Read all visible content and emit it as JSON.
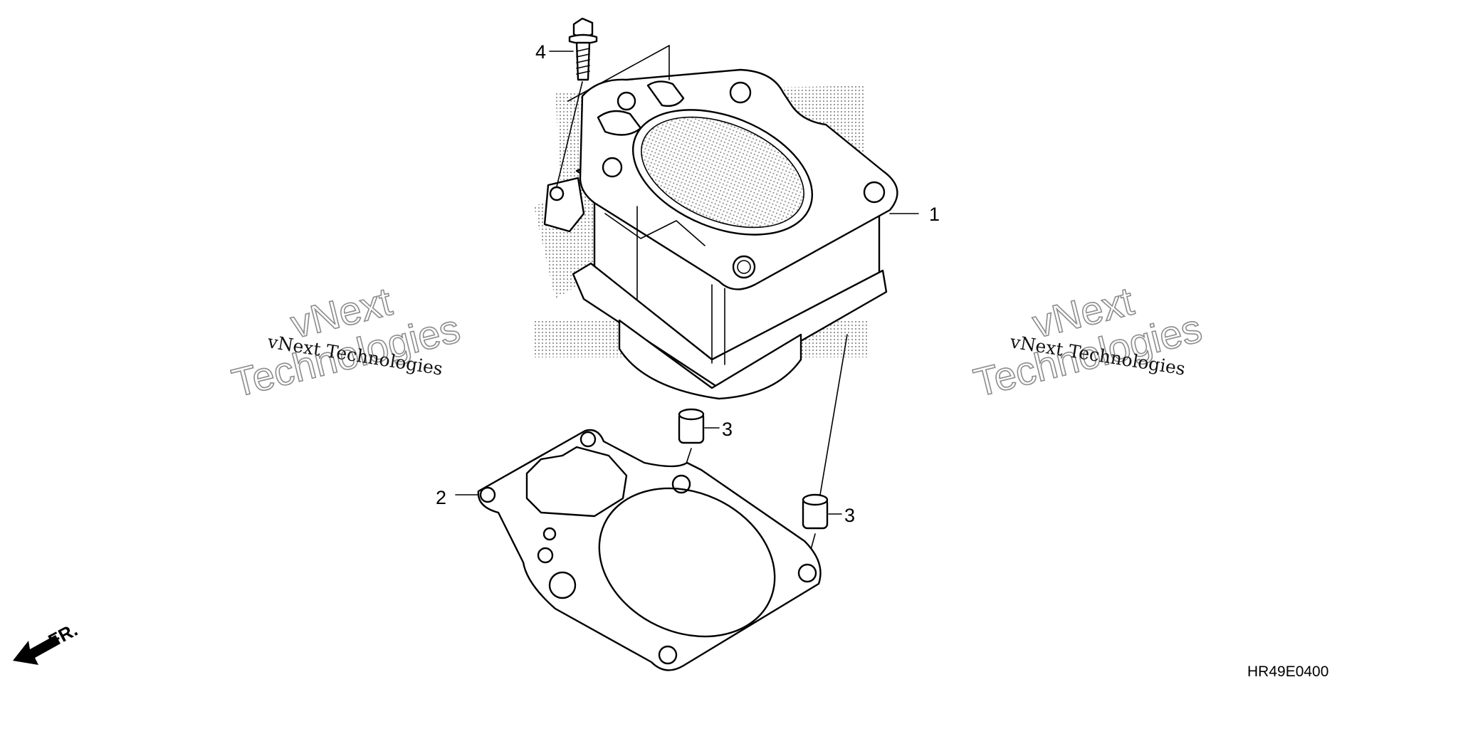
{
  "diagram": {
    "callouts": [
      "1",
      "2",
      "3",
      "3",
      "4"
    ],
    "figure_code": "HR49E0400",
    "direction_label": "FR.",
    "watermark": {
      "large_line1": "vNext",
      "large_line2": "Technologies",
      "small": "vNext Technologies"
    }
  },
  "colors": {
    "line": "#000000",
    "stipple": "#9a9a9a",
    "watermark_outline": "#8c8c8c"
  },
  "icons": {
    "front_arrow": "front-direction-arrow-icon"
  }
}
